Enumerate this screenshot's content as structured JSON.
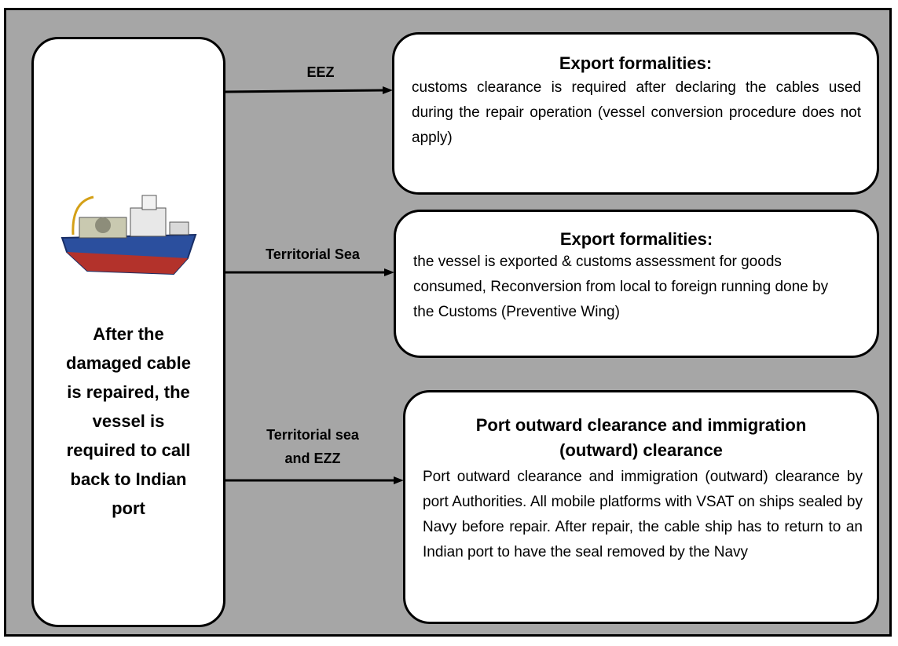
{
  "left_box": {
    "text_lines": [
      "After the",
      "damaged cable",
      "is repaired, the",
      "vessel is",
      "required to call",
      "back to Indian",
      "port"
    ]
  },
  "branches": [
    {
      "label_lines": [
        "EEZ"
      ],
      "title": "Export formalities:",
      "body": "customs clearance is required after declaring the cables used during the repair operation (vessel conversion procedure does not apply)"
    },
    {
      "label_lines": [
        "Territorial Sea"
      ],
      "title": "Export formalities:",
      "body": "the vessel is exported & customs assessment for goods consumed, Reconversion from local to foreign running done by the Customs (Preventive Wing)"
    },
    {
      "label_lines": [
        "Territorial sea",
        "and EZZ"
      ],
      "title_lines": [
        "Port outward clearance and immigration",
        "(outward) clearance"
      ],
      "body": "Port outward clearance and immigration (outward) clearance by port Authorities. All mobile platforms with VSAT  on ships sealed by Navy before repair. After repair, the cable ship has to return to an Indian port to have the seal removed by the Navy"
    }
  ],
  "colors": {
    "background": "#a6a6a6",
    "box": "#ffffff",
    "border": "#000000",
    "ship_hull": "#2b4f9e"
  },
  "icons": [
    "cable-ship-image"
  ]
}
